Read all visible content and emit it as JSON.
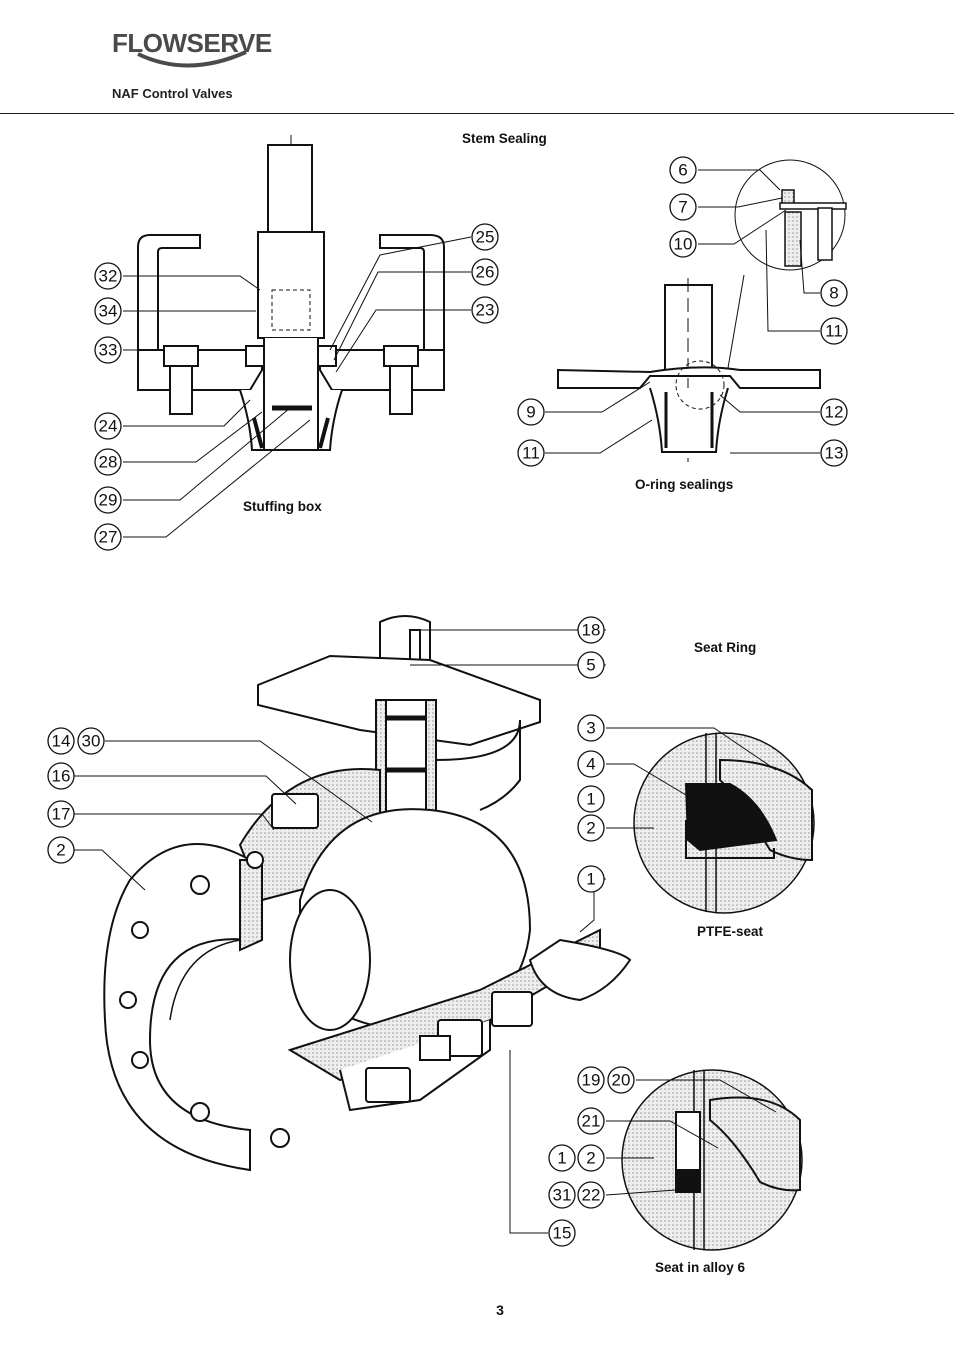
{
  "header": {
    "brand": "FLOWSERVE",
    "subtitle": "NAF Control Valves"
  },
  "captions": {
    "stem_sealing": "Stem Sealing",
    "stuffing_box": "Stuffing box",
    "oring_sealings": "O-ring sealings",
    "seat_ring": "Seat Ring",
    "ptfe_seat": "PTFE-seat",
    "seat_alloy": "Seat in alloy 6"
  },
  "page_number": "3",
  "callouts": [
    "32",
    "34",
    "33",
    "24",
    "28",
    "29",
    "27",
    "25",
    "26",
    "23",
    "6",
    "7",
    "10",
    "8",
    "11",
    "9",
    "11",
    "12",
    "13",
    "18",
    "5",
    "14",
    "30",
    "16",
    "17",
    "2",
    "3",
    "4",
    "1",
    "2",
    "1",
    "19",
    "20",
    "21",
    "1",
    "2",
    "31",
    "22",
    "15"
  ],
  "colors": {
    "ink": "#111111",
    "hatch": "#d8d8d8",
    "brand": "#4a4a4a"
  }
}
